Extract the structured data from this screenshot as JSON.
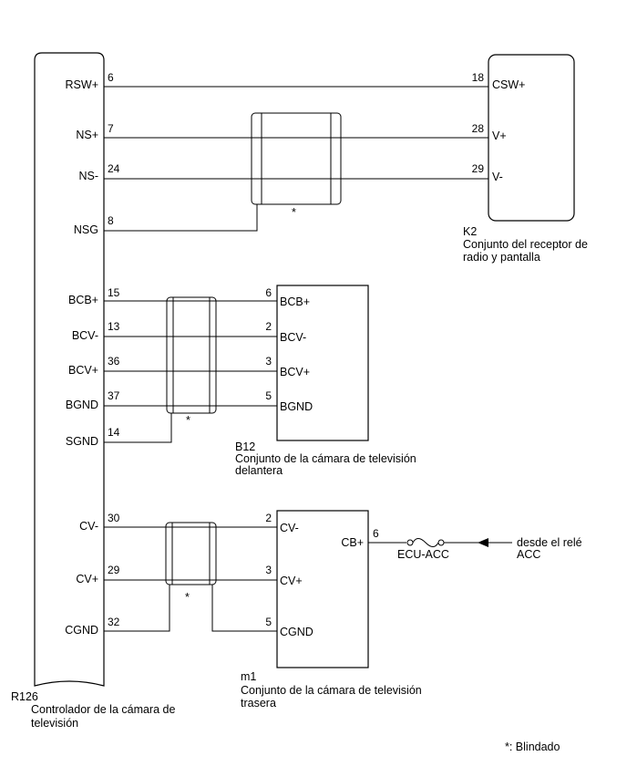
{
  "components": {
    "r126": {
      "code": "R126",
      "name_line1": "Controlador de la cámara de",
      "name_line2": "televisión"
    },
    "k2": {
      "code": "K2",
      "name_line1": "Conjunto del receptor de",
      "name_line2": "radio y pantalla"
    },
    "b12": {
      "code": "B12",
      "name_line1": "Conjunto de la cámara de televisión",
      "name_line2": "delantera"
    },
    "m1": {
      "code": "m1",
      "name_line1": "Conjunto de la cámara de televisión",
      "name_line2": "trasera"
    }
  },
  "wires": [
    {
      "id": "rsw",
      "left_signal": "RSW+",
      "left_pin": "6",
      "right_pin": "18",
      "right_signal": "CSW+"
    },
    {
      "id": "ns-plus",
      "left_signal": "NS+",
      "left_pin": "7",
      "right_pin": "28",
      "right_signal": "V+"
    },
    {
      "id": "ns-minus",
      "left_signal": "NS-",
      "left_pin": "24",
      "right_pin": "29",
      "right_signal": "V-"
    },
    {
      "id": "nsg",
      "left_signal": "NSG",
      "left_pin": "8"
    },
    {
      "id": "bcb-plus",
      "left_signal": "BCB+",
      "left_pin": "15",
      "right_pin": "6",
      "right_signal": "BCB+"
    },
    {
      "id": "bcv-minus",
      "left_signal": "BCV-",
      "left_pin": "13",
      "right_pin": "2",
      "right_signal": "BCV-"
    },
    {
      "id": "bcv-plus",
      "left_signal": "BCV+",
      "left_pin": "36",
      "right_pin": "3",
      "right_signal": "BCV+"
    },
    {
      "id": "bgnd",
      "left_signal": "BGND",
      "left_pin": "37",
      "right_pin": "5",
      "right_signal": "BGND"
    },
    {
      "id": "sgnd",
      "left_signal": "SGND",
      "left_pin": "14"
    },
    {
      "id": "cv-minus",
      "left_signal": "CV-",
      "left_pin": "30",
      "right_pin": "2",
      "right_signal": "CV-"
    },
    {
      "id": "cv-plus",
      "left_signal": "CV+",
      "left_pin": "29",
      "right_pin": "3",
      "right_signal": "CV+"
    },
    {
      "id": "cgnd",
      "left_signal": "CGND",
      "left_pin": "32",
      "right_pin": "5",
      "right_signal": "CGND"
    }
  ],
  "power": {
    "signal": "CB+",
    "pin": "6",
    "fuse": "ECU-ACC",
    "source_line1": "desde el relé",
    "source_line2": "ACC"
  },
  "shield_marker": "*",
  "legend": "*: Blindado"
}
